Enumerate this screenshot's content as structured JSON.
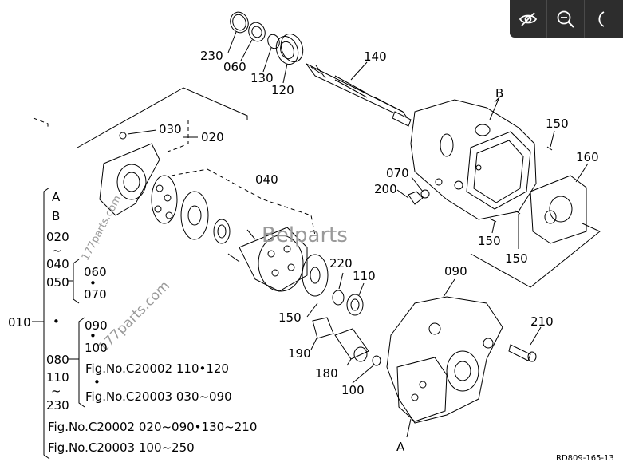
{
  "toolbar": {
    "buttons": [
      {
        "name": "hide-icon"
      },
      {
        "name": "zoom-out-icon"
      },
      {
        "name": "partial-icon"
      }
    ]
  },
  "diagram": {
    "part_labels": {
      "p230": "230",
      "p060a": "060",
      "p130": "130",
      "p120": "120",
      "p140": "140",
      "pB1": "B",
      "p150a": "150",
      "p160": "160",
      "p070a": "070",
      "p200": "200",
      "p150b": "150",
      "p150c": "150",
      "p030": "030",
      "p020": "020",
      "p040": "040",
      "p220": "220",
      "p110": "110",
      "p090": "090",
      "p150d": "150",
      "p210": "210",
      "p190": "190",
      "p180": "180",
      "p100": "100",
      "pA1": "A"
    },
    "legend": {
      "a": "A",
      "b": "B",
      "r020": "020",
      "tilde1": "~",
      "r040": "040",
      "r060": "060",
      "dot1": "•",
      "r070": "070",
      "r050": "050",
      "r010": "010",
      "dot2": "•",
      "r090": "090",
      "dot3": "•",
      "r100": "100",
      "r080": "080",
      "fig1": "Fig.No.C20002  110•120",
      "dot4": "•",
      "r110": "110",
      "tilde2": "~",
      "fig2": "Fig.No.C20003  030~090",
      "r230": "230",
      "fig3": "Fig.No.C20002  020~090•130~210",
      "fig4": "Fig.No.C20003  100~250"
    },
    "reference_code": "RD809-165-13",
    "watermarks": {
      "brand": "Belparts",
      "site1": "177parts.com",
      "site2": "177parts.com"
    }
  }
}
